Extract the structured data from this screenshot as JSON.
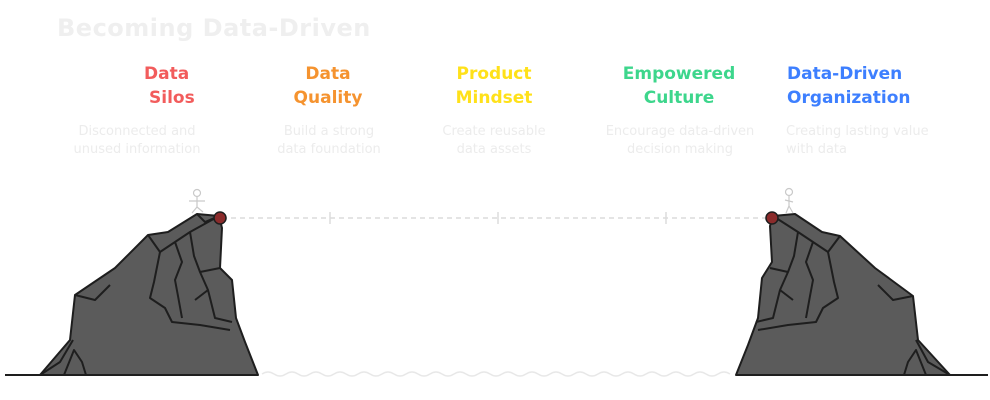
{
  "title": "Becoming Data-Driven",
  "stages": [
    {
      "title_lines": [
        "Data",
        "Silos"
      ],
      "desc_lines": [
        "Disconnected and",
        "unused information"
      ],
      "color": "#f25c5c"
    },
    {
      "title_lines": [
        "Data",
        "Quality"
      ],
      "desc_lines": [
        "Build a strong",
        "data foundation"
      ],
      "color": "#f5932f"
    },
    {
      "title_lines": [
        "Product",
        "Mindset"
      ],
      "desc_lines": [
        "Create reusable",
        "data assets"
      ],
      "color": "#ffe11a"
    },
    {
      "title_lines": [
        "Empowered",
        "Culture"
      ],
      "desc_lines": [
        "Encourage data-driven",
        "decision making"
      ],
      "color": "#3dd68c"
    },
    {
      "title_lines": [
        "Data-Driven",
        "Organization"
      ],
      "desc_lines": [
        "Creating lasting value",
        "with data"
      ],
      "color": "#3d7fff"
    }
  ],
  "colors": {
    "rock": "#5b5b5b",
    "outline": "#1e1e1e",
    "marker": "#8b2b2b"
  }
}
